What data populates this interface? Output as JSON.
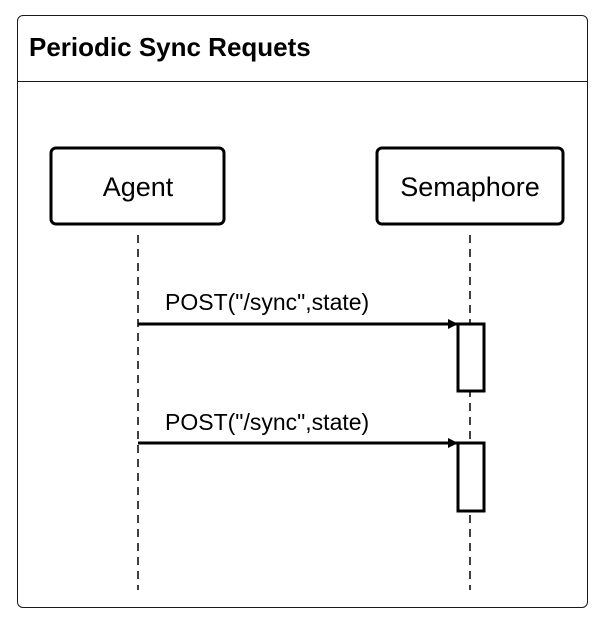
{
  "title": "Periodic Sync Requets",
  "participants": [
    {
      "id": "agent",
      "label": "Agent"
    },
    {
      "id": "semaphore",
      "label": "Semaphore"
    }
  ],
  "messages": [
    {
      "from": "agent",
      "to": "semaphore",
      "label": "POST(\"/sync\",state)"
    },
    {
      "from": "agent",
      "to": "semaphore",
      "label": "POST(\"/sync\",state)"
    }
  ]
}
